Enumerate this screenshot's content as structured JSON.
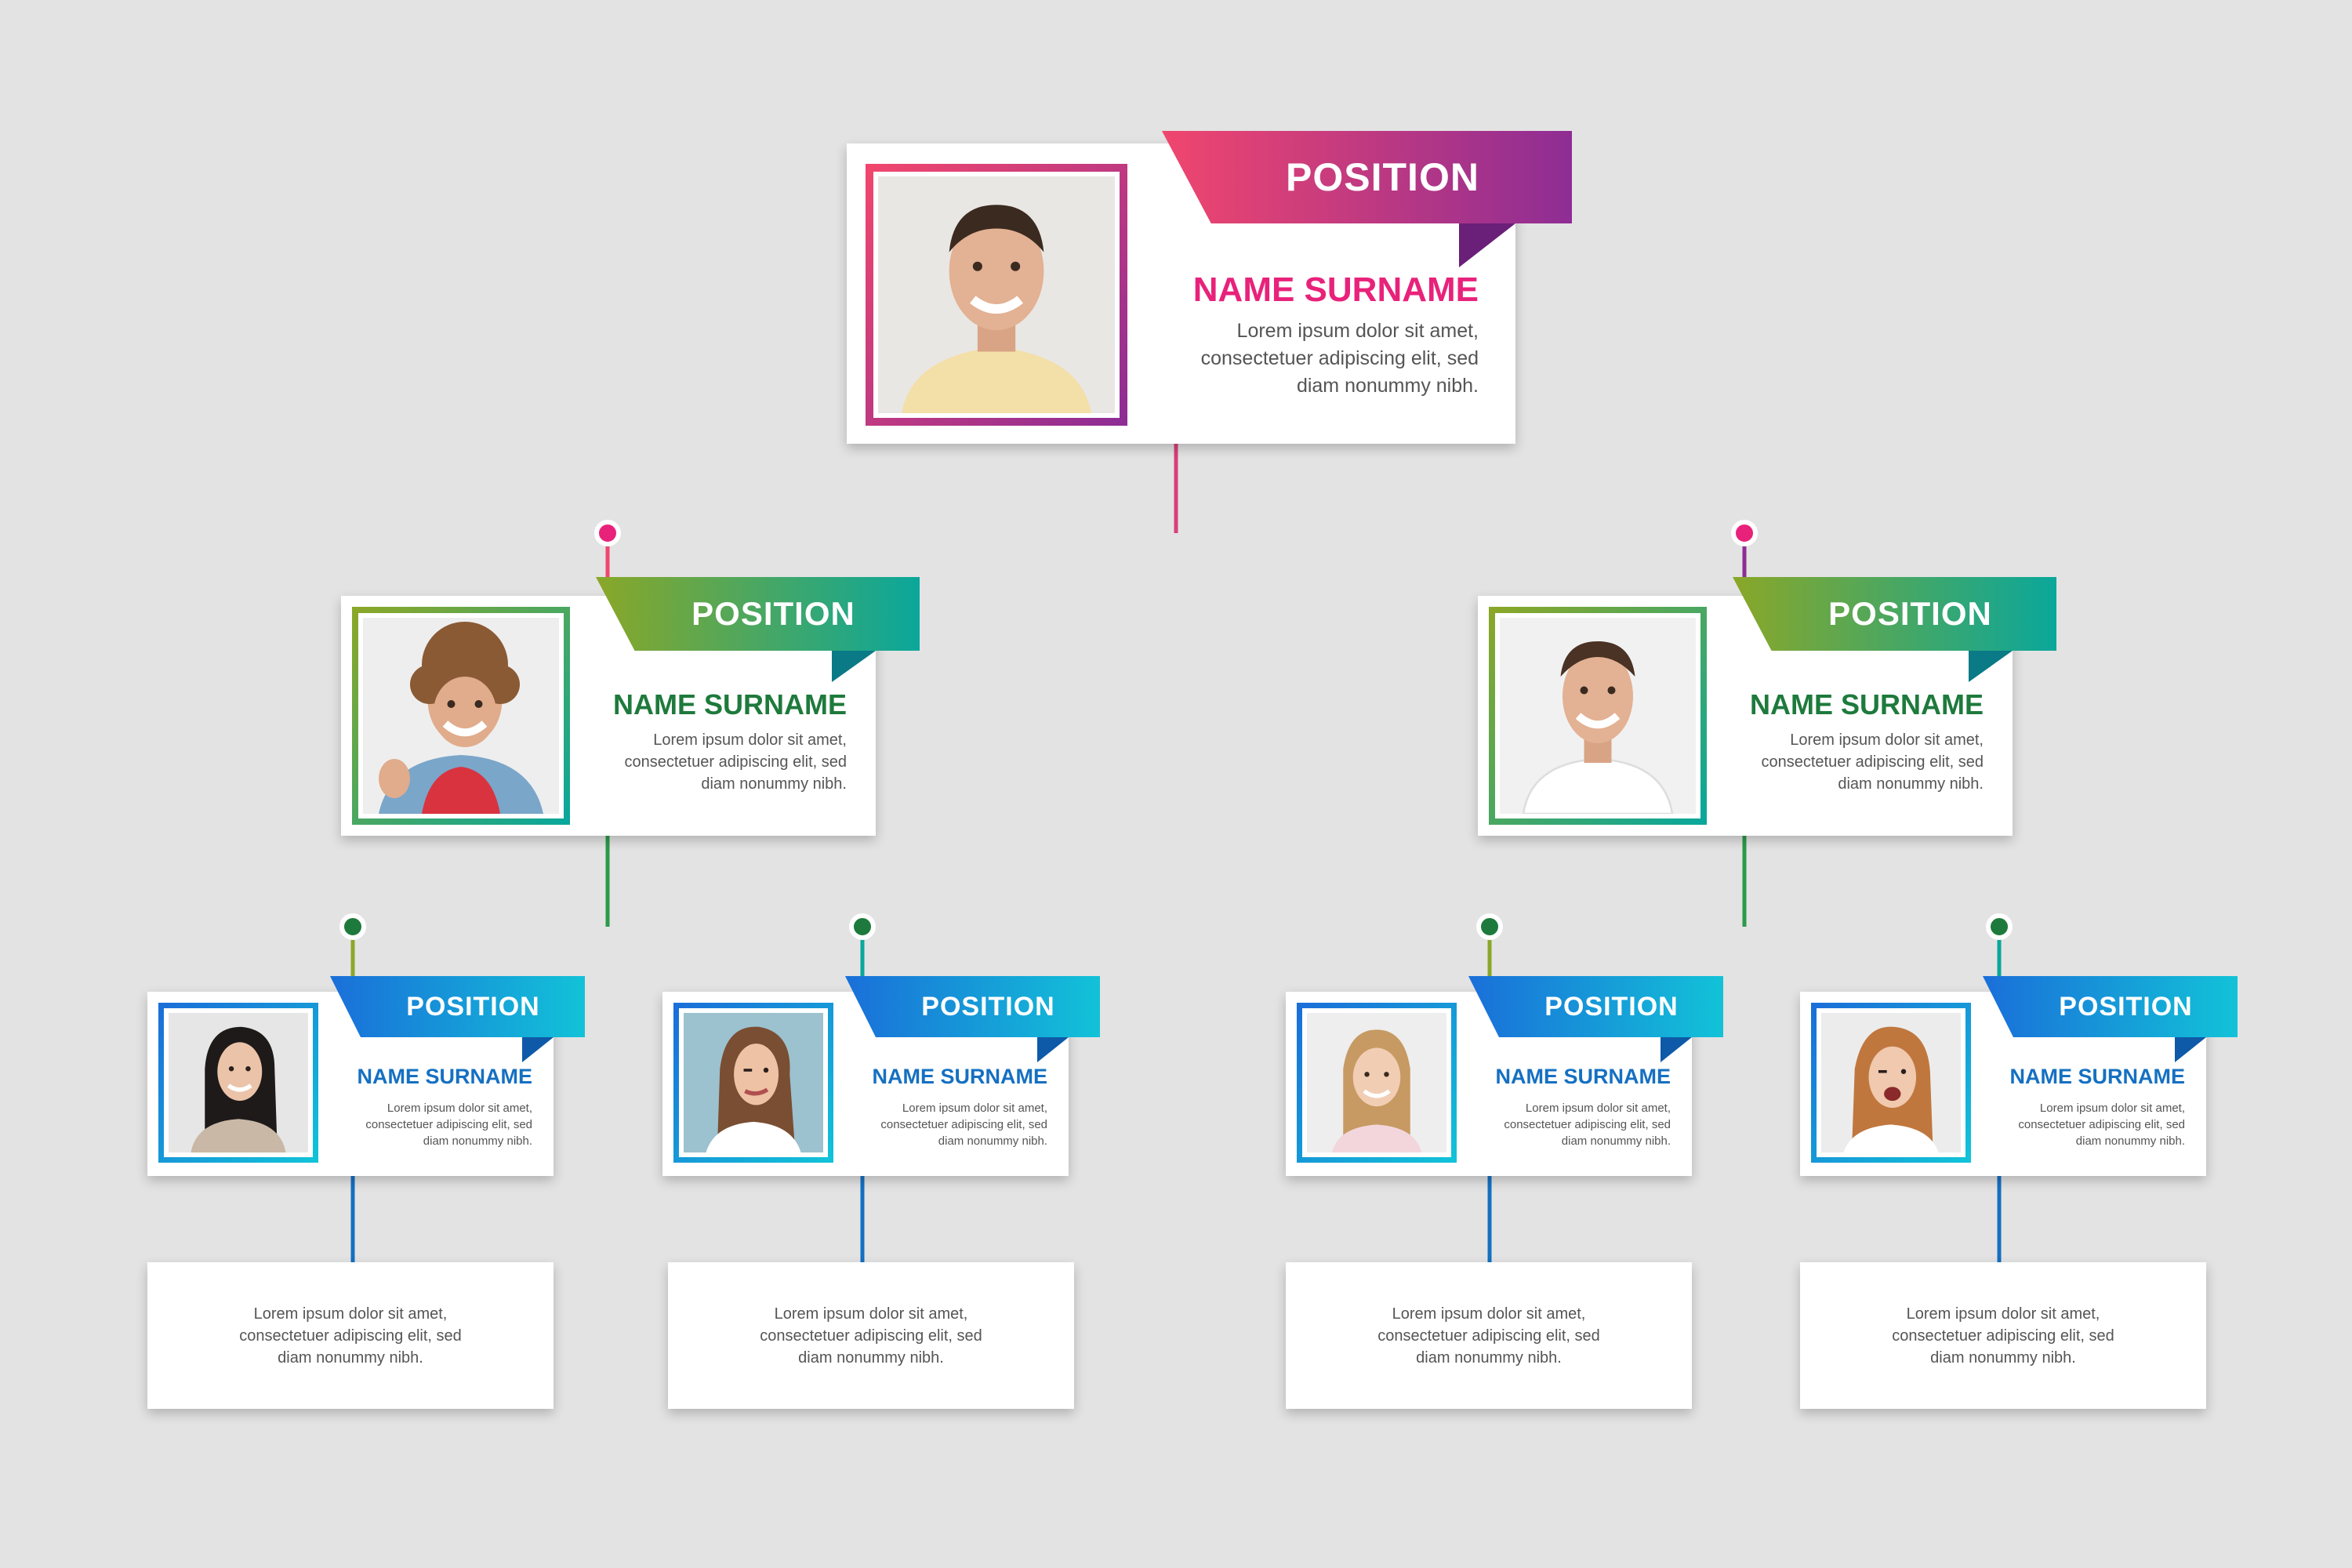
{
  "colors": {
    "background": "#e3e3e3",
    "pink_start": "#f0466e",
    "pink_end": "#8e2d94",
    "pink_text": "#e8227a",
    "green_start": "#8aa728",
    "green_end": "#0aa79b",
    "green_text": "#1e7a3c",
    "blue_start": "#1a6fd9",
    "blue_end": "#12c2d8",
    "blue_text": "#1570c2",
    "dot_green": "#1e7a3c",
    "dot_pink": "#e8227a"
  },
  "root": {
    "position": "POSITION",
    "name": "NAME SURNAME",
    "desc": [
      "Lorem ipsum dolor sit amet,",
      "consectetuer adipiscing elit, sed",
      "diam nonummy nibh."
    ],
    "photo_icon": "man-smiling-photo"
  },
  "managers": [
    {
      "position": "POSITION",
      "name": "NAME SURNAME",
      "desc": [
        "Lorem ipsum dolor sit amet,",
        "consectetuer adipiscing elit, sed",
        "diam nonummy nibh."
      ],
      "photo_icon": "curly-hair-man-photo"
    },
    {
      "position": "POSITION",
      "name": "NAME SURNAME",
      "desc": [
        "Lorem ipsum dolor sit amet,",
        "consectetuer adipiscing elit, sed",
        "diam nonummy nibh."
      ],
      "photo_icon": "man-white-shirt-photo"
    }
  ],
  "staff": [
    {
      "position": "POSITION",
      "name": "NAME SURNAME",
      "desc": [
        "Lorem ipsum dolor sit amet,",
        "consectetuer adipiscing elit, sed",
        "diam nonummy nibh."
      ],
      "photo_icon": "woman-dark-hair-photo",
      "note": [
        "Lorem ipsum dolor sit amet,",
        "consectetuer adipiscing elit, sed",
        "diam nonummy nibh."
      ]
    },
    {
      "position": "POSITION",
      "name": "NAME SURNAME",
      "desc": [
        "Lorem ipsum dolor sit amet,",
        "consectetuer adipiscing elit, sed",
        "diam nonummy nibh."
      ],
      "photo_icon": "woman-winking-photo",
      "note": [
        "Lorem ipsum dolor sit amet,",
        "consectetuer adipiscing elit, sed",
        "diam nonummy nibh."
      ]
    },
    {
      "position": "POSITION",
      "name": "NAME SURNAME",
      "desc": [
        "Lorem ipsum dolor sit amet,",
        "consectetuer adipiscing elit, sed",
        "diam nonummy nibh."
      ],
      "photo_icon": "girl-smiling-photo",
      "note": [
        "Lorem ipsum dolor sit amet,",
        "consectetuer adipiscing elit, sed",
        "diam nonummy nibh."
      ]
    },
    {
      "position": "POSITION",
      "name": "NAME SURNAME",
      "desc": [
        "Lorem ipsum dolor sit amet,",
        "consectetuer adipiscing elit, sed",
        "diam nonummy nibh."
      ],
      "photo_icon": "woman-excited-photo",
      "note": [
        "Lorem ipsum dolor sit amet,",
        "consectetuer adipiscing elit, sed",
        "diam nonummy nibh."
      ]
    }
  ]
}
